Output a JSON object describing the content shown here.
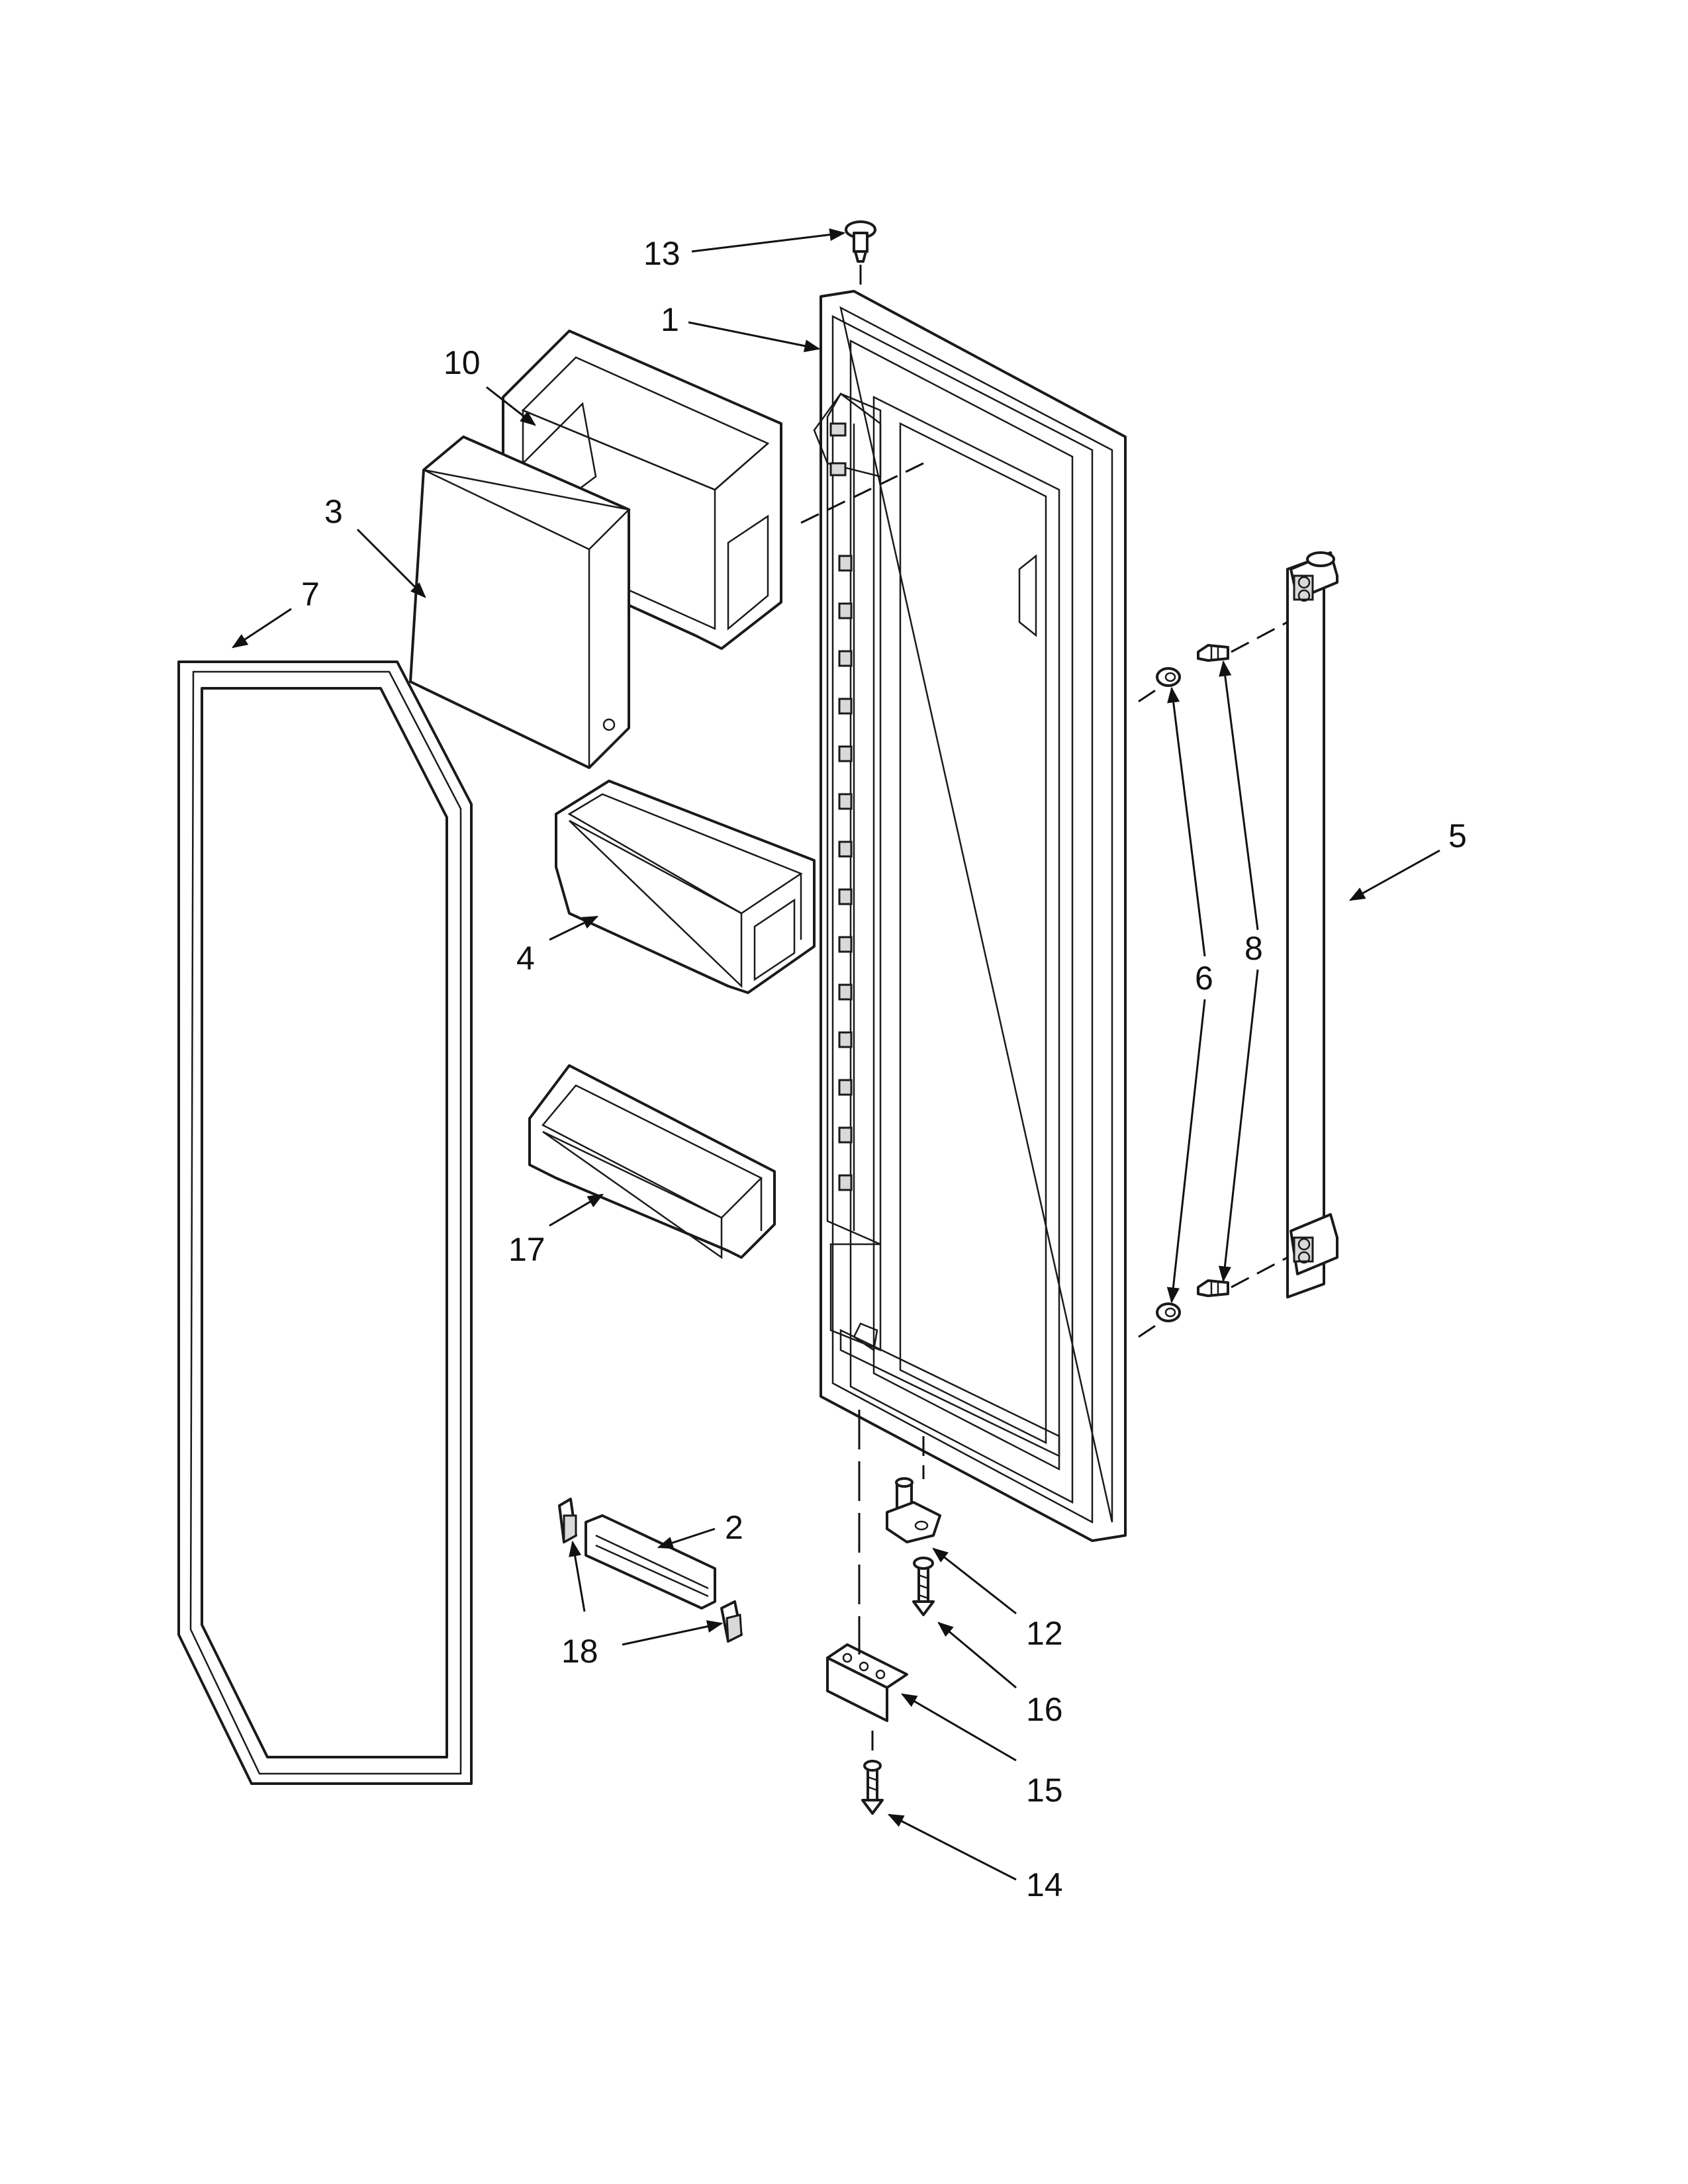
{
  "diagram": {
    "labels": {
      "p1": "1",
      "p2": "2",
      "p3": "3",
      "p4": "4",
      "p5": "5",
      "p6": "6",
      "p7": "7",
      "p8": "8",
      "p10": "10",
      "p12": "12",
      "p13": "13",
      "p14": "14",
      "p15": "15",
      "p16": "16",
      "p17": "17",
      "p18": "18"
    }
  }
}
